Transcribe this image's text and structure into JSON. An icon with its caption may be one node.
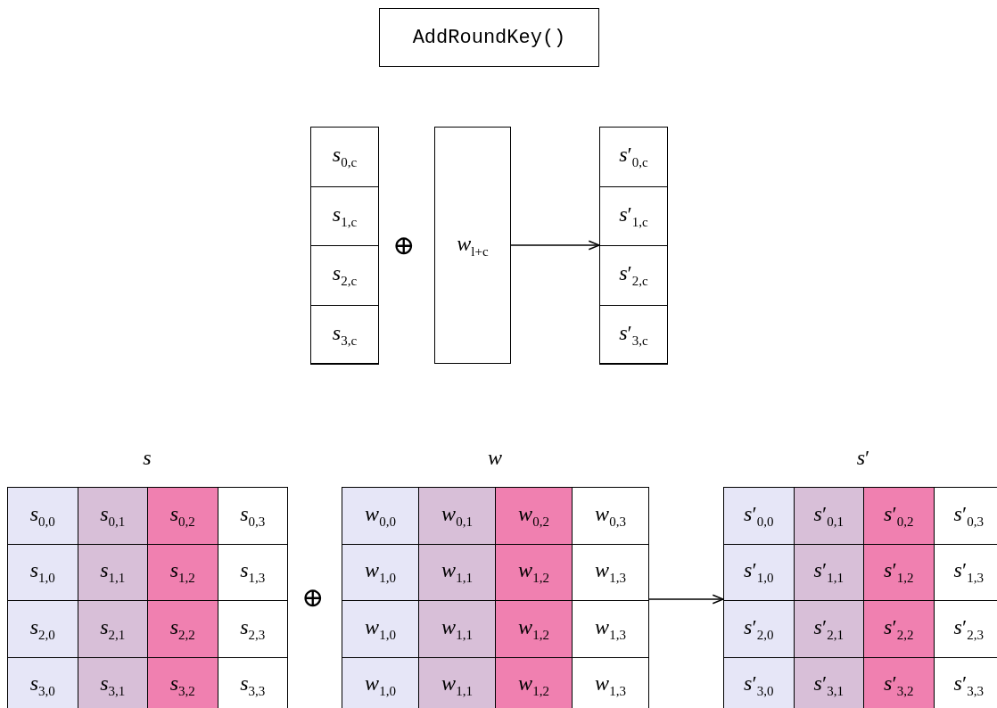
{
  "diagram": {
    "nodes": [
      {
        "text": [
          "AddRoundKey()"
        ]
      },
      {
        "text": [],
        "shape": "box"
      },
      {
        "text": [
          "*s*$_{0,c}$"
        ],
        "in": 1
      },
      {
        "text": [
          "*s*$_{1,c}$"
        ],
        "in": 1
      },
      {
        "text": [
          "*s*$_{2,c}$"
        ],
        "in": 1
      },
      {
        "text": [
          "*s*$_{3,c}$"
        ],
        "in": 1
      },
      {
        "text": [
          "*w*$_{l+c}$"
        ]
      },
      {
        "text": [],
        "shape": "box"
      },
      {
        "text": [
          "*s*′$_{0,c}$"
        ],
        "in": 7
      },
      {
        "text": [
          "*s*′$_{1,c}$"
        ],
        "in": 7
      },
      {
        "text": [
          "*s*′$_{2,c}$"
        ],
        "in": 7
      },
      {
        "text": [
          "*s*′$_{3,c}$"
        ],
        "in": 7
      },
      {
        "text": [
          "*s*"
        ]
      },
      {
        "text": [
          "*s*$_{0,0}$"
        ],
        "in": 12
      },
      {
        "text": [
          "*s*$_{0,1}$"
        ],
        "in": 12
      },
      {
        "text": [
          "*s*$_{0,2}$"
        ],
        "in": 12
      },
      {
        "text": [
          "*s*$_{0,3}$"
        ],
        "in": 12
      },
      {
        "text": [
          "*s*$_{1,0}$"
        ],
        "in": 12
      },
      {
        "text": [
          "*s*$_{1,1}$"
        ],
        "in": 12
      },
      {
        "text": [
          "*s*$_{1,2}$"
        ],
        "in": 12
      },
      {
        "text": [
          "*s*$_{1,3}$"
        ],
        "in": 12
      },
      {
        "text": [
          "*s*$_{2,0}$"
        ],
        "in": 12
      },
      {
        "text": [
          "*s*$_{2,1}$"
        ],
        "in": 12
      },
      {
        "text": [
          "*s*$_{2,2}$"
        ],
        "in": 12
      },
      {
        "text": [
          "*s*$_{2,3}$"
        ],
        "in": 12
      },
      {
        "text": [
          "*s*$_{3,0}$"
        ],
        "in": 12
      },
      {
        "text": [
          "*s*$_{3,1}$"
        ],
        "in": 12
      },
      {
        "text": [
          "*s*$_{3,2}$"
        ],
        "in": 12
      },
      {
        "text": [
          "*s*$_{3,3}$"
        ],
        "in": 12
      },
      {
        "text": [
          "*w*"
        ]
      },
      {
        "text": [
          "*w*$_{0,0}$"
        ],
        "in": 29
      },
      {
        "text": [
          "*w*$_{0,1}$"
        ],
        "in": 29
      },
      {
        "text": [
          "*w*$_{0,2}$"
        ],
        "in": 29
      },
      {
        "text": [
          "*w*$_{0,3}$"
        ],
        "in": 29
      },
      {
        "text": [
          "*w*$_{1,0}$"
        ],
        "in": 29
      },
      {
        "text": [
          "*w*$_{1,1}$"
        ],
        "in": 29
      },
      {
        "text": [
          "*w*$_{1,2}$"
        ],
        "in": 29
      },
      {
        "text": [
          "*w*$_{1,3}$"
        ],
        "in": 29
      },
      {
        "text": [
          "*w*$_{1,0}$"
        ],
        "in": 29
      },
      {
        "text": [
          "*w*$_{1,1}$"
        ],
        "in": 29
      },
      {
        "text": [
          "*w*$_{1,2}$"
        ],
        "in": 29
      },
      {
        "text": [
          "*w*$_{1,3}$"
        ],
        "in": 29
      },
      {
        "text": [
          "*w*$_{1,0}$"
        ],
        "in": 29
      },
      {
        "text": [
          "*w*$_{1,1}$"
        ],
        "in": 29
      },
      {
        "text": [
          "*w*$_{1,2}$"
        ],
        "in": 29
      },
      {
        "text": [
          "*w*$_{1,3}$"
        ],
        "in": 29
      },
      {
        "text": [
          "*s*′"
        ]
      },
      {
        "text": [
          "*s*′$_{0,0}$"
        ],
        "in": 46
      },
      {
        "text": [
          "*s*′$_{0,1}$"
        ],
        "in": 46
      },
      {
        "text": [
          "*s*′$_{0,2}$"
        ],
        "in": 46
      },
      {
        "text": [
          "*s*′$_{0,3}$"
        ],
        "in": 46
      },
      {
        "text": [
          "*s*′$_{1,0}$"
        ],
        "in": 46
      },
      {
        "text": [
          "*s*′$_{1,1}$"
        ],
        "in": 46
      },
      {
        "text": [
          "*s*′$_{1,2}$"
        ],
        "in": 46
      },
      {
        "text": [
          "*s*′$_{1,3}$"
        ],
        "in": 46
      },
      {
        "text": [
          "*s*′$_{2,0}$"
        ],
        "in": 46
      },
      {
        "text": [
          "*s*′$_{2,1}$"
        ],
        "in": 46
      },
      {
        "text": [
          "*s*′$_{2,2}$"
        ],
        "in": 46
      },
      {
        "text": [
          "*s*′$_{2,3}$"
        ],
        "in": 46
      },
      {
        "text": [
          "*s*′$_{3,0}$"
        ],
        "in": 46
      },
      {
        "text": [
          "*s*′$_{3,1}$"
        ],
        "in": 46
      },
      {
        "text": [
          "*s*′$_{3,2}$"
        ],
        "in": 46
      },
      {
        "text": [
          "*s*′$_{3,3}$"
        ],
        "in": 46
      }
    ],
    "edges": [
      {
        "from": 6,
        "to": 7,
        "arrow": "to"
      },
      {
        "from": 29,
        "to": 46,
        "arrow": "to"
      }
    ],
    "labels": [
      "⊕",
      "⊕"
    ]
  }
}
